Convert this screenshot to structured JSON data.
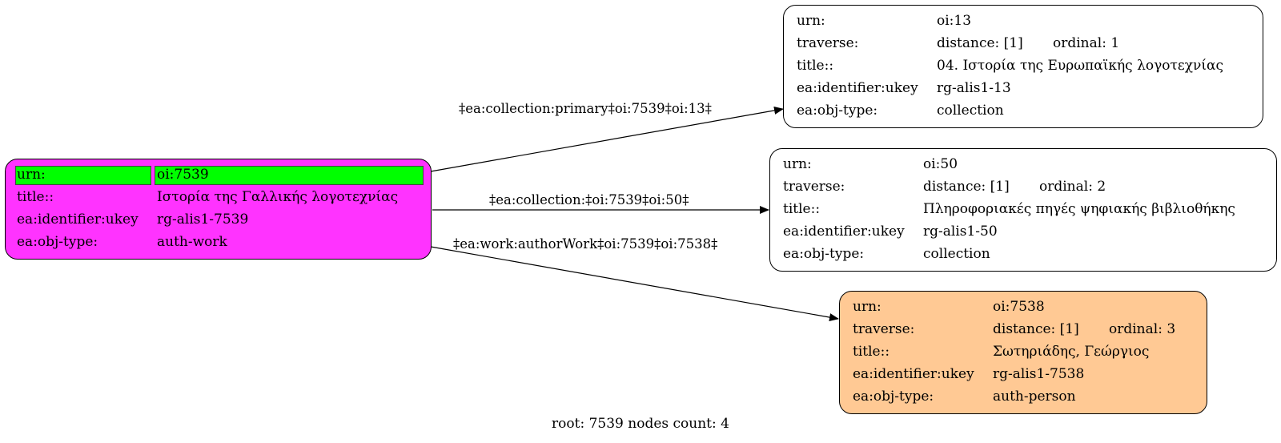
{
  "nodes": {
    "root": {
      "color": "#ff33ff",
      "highlight_color": "#00ff00",
      "rows": [
        {
          "key": "urn:",
          "value": "oi:7539"
        },
        {
          "key": "title::",
          "value": "Ιστορία της Γαλλικής λογοτεχνίας"
        },
        {
          "key": "ea:identifier:ukey",
          "value": "rg-alis1-7539"
        },
        {
          "key": "ea:obj-type:",
          "value": "auth-work"
        }
      ]
    },
    "n13": {
      "color": "#ffffff",
      "urn_key": "urn:",
      "urn_value": "oi:13",
      "traverse_key": "traverse:",
      "distance": "distance: [1]",
      "ordinal": "ordinal: 1",
      "title_key": "title::",
      "title_value": "04. Ιστορία της Ευρωπαϊκής λογοτεχνίας",
      "ukey_key": "ea:identifier:ukey",
      "ukey_value": "rg-alis1-13",
      "type_key": "ea:obj-type:",
      "type_value": "collection"
    },
    "n50": {
      "color": "#ffffff",
      "urn_key": "urn:",
      "urn_value": "oi:50",
      "traverse_key": "traverse:",
      "distance": "distance: [1]",
      "ordinal": "ordinal: 2",
      "title_key": "title::",
      "title_value": "Πληροφοριακές πηγές ψηφιακής βιβλιοθήκης",
      "ukey_key": "ea:identifier:ukey",
      "ukey_value": "rg-alis1-50",
      "type_key": "ea:obj-type:",
      "type_value": "collection"
    },
    "n7538": {
      "color": "#ffc994",
      "urn_key": "urn:",
      "urn_value": "oi:7538",
      "traverse_key": "traverse:",
      "distance": "distance: [1]",
      "ordinal": "ordinal: 3",
      "title_key": "title::",
      "title_value": "Σωτηριάδης, Γεώργιος",
      "ukey_key": "ea:identifier:ukey",
      "ukey_value": "rg-alis1-7538",
      "type_key": "ea:obj-type:",
      "type_value": "auth-person"
    }
  },
  "edges": {
    "e1": "‡ea:collection:primary‡oi:7539‡oi:13‡",
    "e2": "‡ea:collection:‡oi:7539‡oi:50‡",
    "e3": "‡ea:work:authorWork‡oi:7539‡oi:7538‡"
  },
  "caption": "root: 7539 nodes count: 4"
}
